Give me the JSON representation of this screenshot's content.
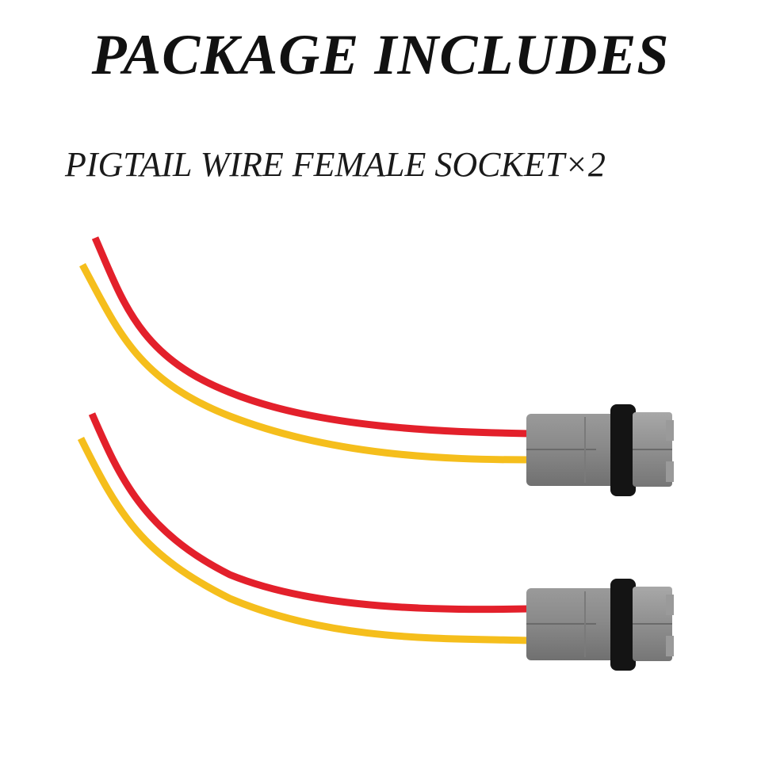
{
  "heading": {
    "title": "PACKAGE INCLUDES",
    "subtitle": "PIGTAIL WIRE FEMALE SOCKET×2"
  },
  "product": {
    "quantity": 2,
    "wire_colors": {
      "positive": "#e3202b",
      "secondary": "#f5be1c"
    },
    "socket_color": "#8c8c8c",
    "gasket_color": "#141414"
  }
}
